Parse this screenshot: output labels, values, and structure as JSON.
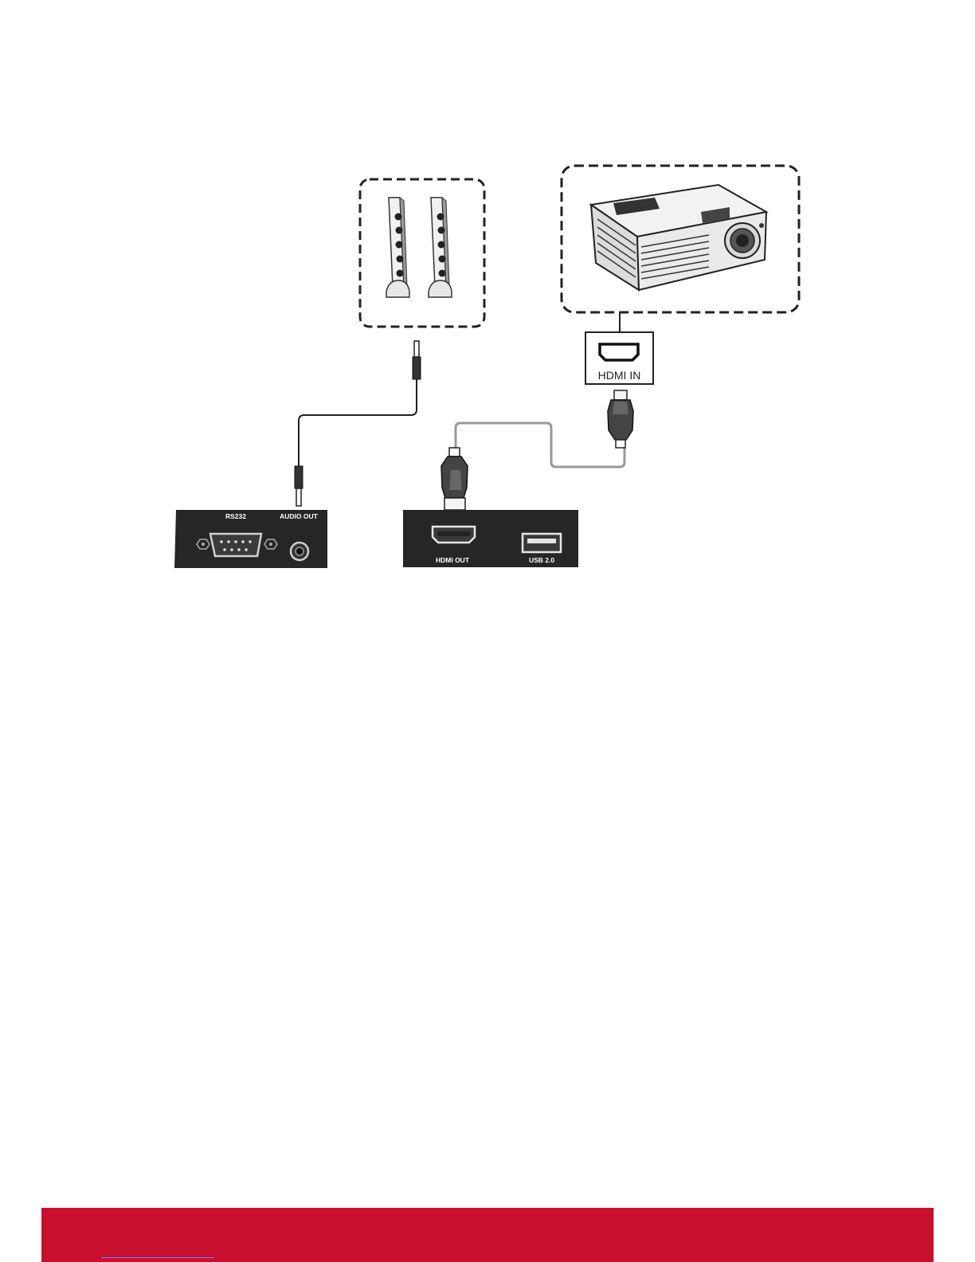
{
  "diagram": {
    "panel_left": {
      "rs232_label": "RS232",
      "audio_out_label": "AUDIO OUT"
    },
    "panel_right": {
      "hdmi_out_label": "HDMI OUT",
      "usb_label": "USB 2.0"
    },
    "projector": {
      "hdmi_in_label": "HDMI IN"
    }
  },
  "footer": {
    "bar_color": "#c8102e",
    "link_text": ""
  }
}
